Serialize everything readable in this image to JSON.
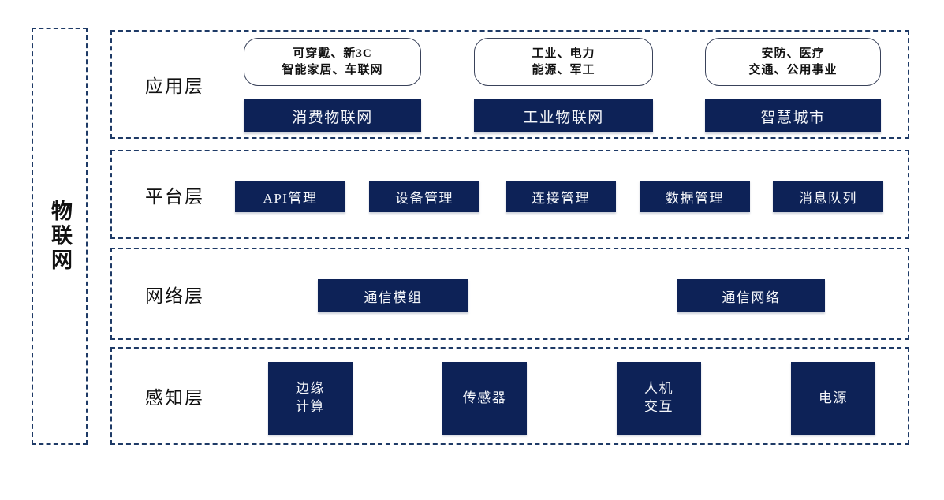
{
  "sidebar": {
    "title": "物联网"
  },
  "colors": {
    "navy_box": "#0d2257",
    "dashed_border": "#1e3a66",
    "box_text": "#f4f6fa",
    "tag_border": "#39425a"
  },
  "application_layer": {
    "label": "应用层",
    "groups": [
      {
        "tag_line1": "可穿戴、新3C",
        "tag_line2": "智能家居、车联网",
        "box": "消费物联网"
      },
      {
        "tag_line1": "工业、电力",
        "tag_line2": "能源、军工",
        "box": "工业物联网"
      },
      {
        "tag_line1": "安防、医疗",
        "tag_line2": "交通、公用事业",
        "box": "智慧城市"
      }
    ]
  },
  "platform_layer": {
    "label": "平台层",
    "boxes": [
      "API管理",
      "设备管理",
      "连接管理",
      "数据管理",
      "消息队列"
    ]
  },
  "network_layer": {
    "label": "网络层",
    "boxes": [
      "通信模组",
      "通信网络"
    ]
  },
  "perception_layer": {
    "label": "感知层",
    "boxes": [
      {
        "line1": "边缘",
        "line2": "计算"
      },
      {
        "line1": "传感器",
        "line2": ""
      },
      {
        "line1": "人机",
        "line2": "交互"
      },
      {
        "line1": "电源",
        "line2": ""
      }
    ]
  }
}
